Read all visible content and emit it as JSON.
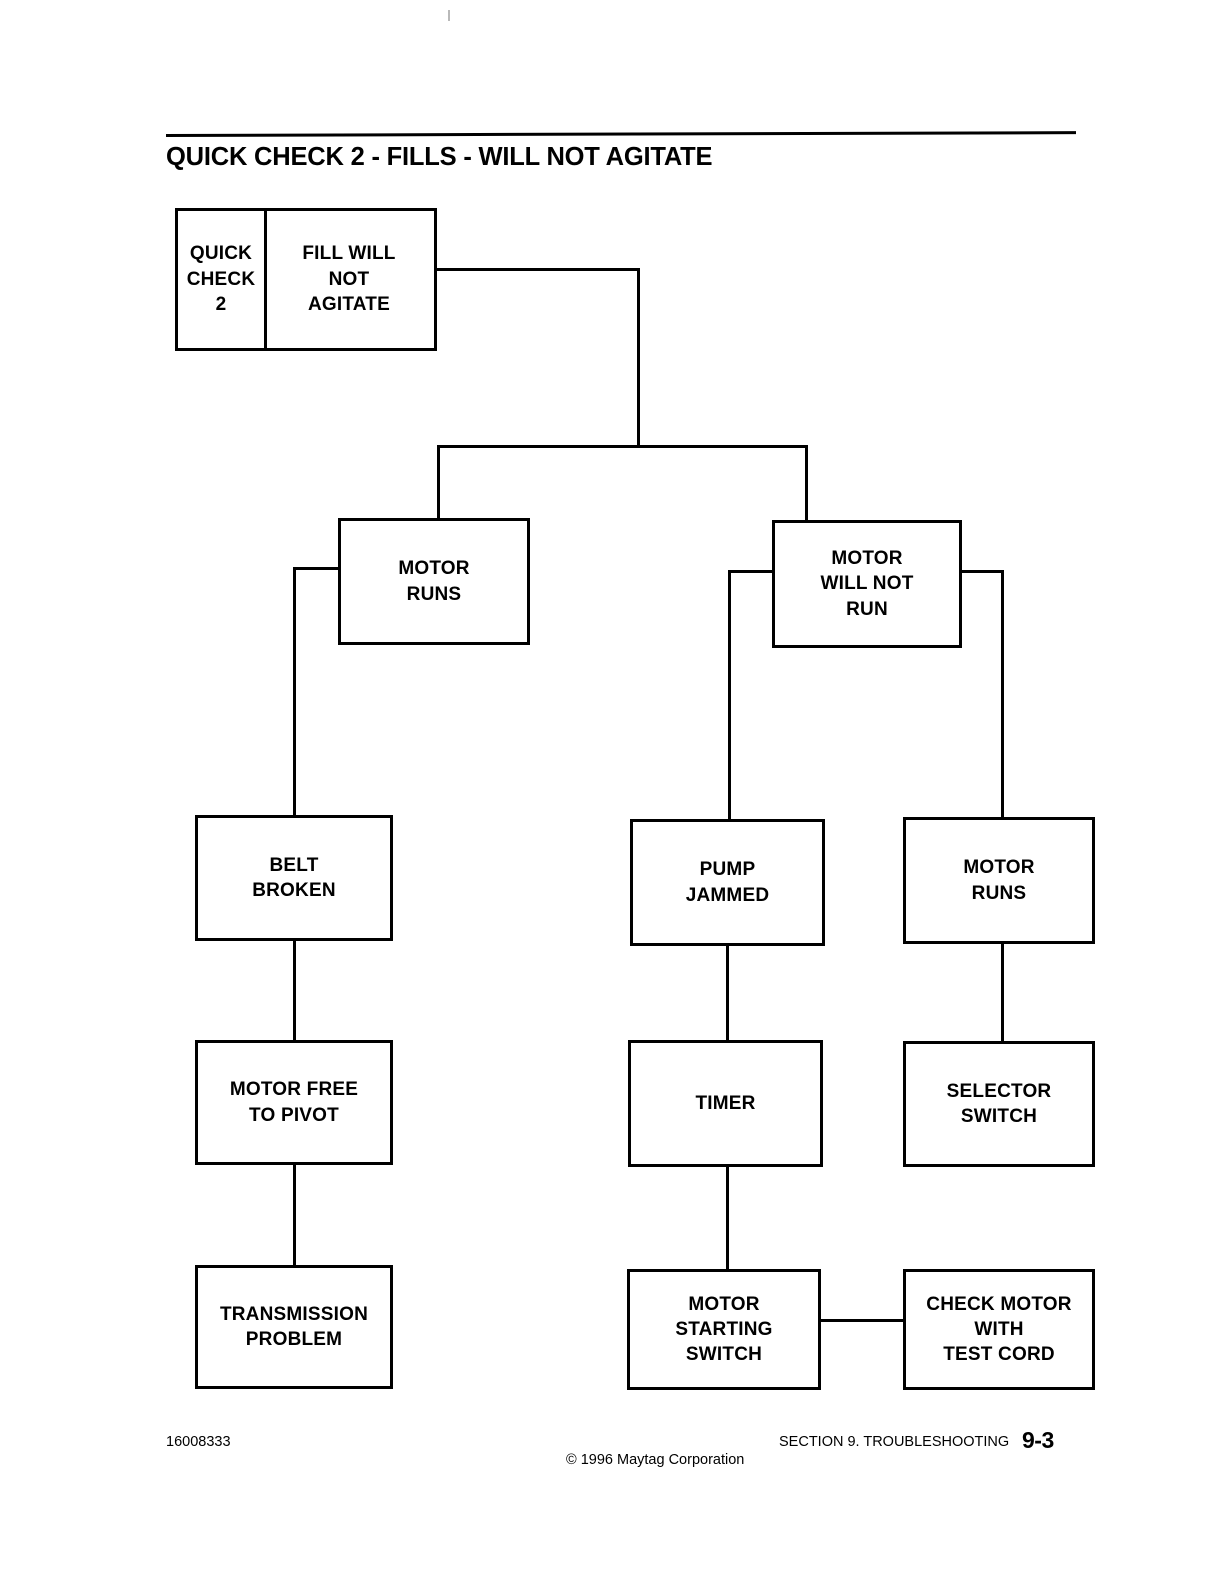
{
  "document": {
    "title": "QUICK CHECK 2 - FILLS - WILL NOT AGITATE"
  },
  "chart_data": {
    "type": "diagram",
    "diagram_type": "troubleshooting-flowchart",
    "title": "QUICK CHECK 2 - FILLS - WILL NOT AGITATE",
    "nodes": [
      {
        "id": "root",
        "label_left": "QUICK CHECK 2",
        "label_right": "FILL WILL NOT AGITATE"
      },
      {
        "id": "motor-runs-l",
        "label": "MOTOR RUNS"
      },
      {
        "id": "motor-no-run",
        "label": "MOTOR WILL NOT RUN"
      },
      {
        "id": "belt-broken",
        "label": "BELT BROKEN"
      },
      {
        "id": "pump-jammed",
        "label": "PUMP JAMMED"
      },
      {
        "id": "motor-runs-r",
        "label": "MOTOR RUNS"
      },
      {
        "id": "motor-free",
        "label": "MOTOR FREE TO PIVOT"
      },
      {
        "id": "timer",
        "label": "TIMER"
      },
      {
        "id": "selector",
        "label": "SELECTOR SWITCH"
      },
      {
        "id": "transmission",
        "label": "TRANSMISSION PROBLEM"
      },
      {
        "id": "motor-start",
        "label": "MOTOR STARTING SWITCH"
      },
      {
        "id": "check-motor",
        "label": "CHECK MOTOR WITH TEST CORD"
      }
    ],
    "edges": [
      {
        "from": "root",
        "to": "motor-runs-l"
      },
      {
        "from": "root",
        "to": "motor-no-run"
      },
      {
        "from": "motor-runs-l",
        "to": "belt-broken"
      },
      {
        "from": "motor-no-run",
        "to": "pump-jammed"
      },
      {
        "from": "motor-no-run",
        "to": "motor-runs-r"
      },
      {
        "from": "belt-broken",
        "to": "motor-free"
      },
      {
        "from": "motor-free",
        "to": "transmission"
      },
      {
        "from": "pump-jammed",
        "to": "timer"
      },
      {
        "from": "timer",
        "to": "motor-start"
      },
      {
        "from": "motor-runs-r",
        "to": "selector"
      },
      {
        "from": "motor-start",
        "to": "check-motor"
      }
    ]
  },
  "nodes": {
    "root": {
      "quick_check_line1": "QUICK",
      "quick_check_line2": "CHECK",
      "quick_check_line3": "2",
      "fill_line1": "FILL WILL",
      "fill_line2": "NOT",
      "fill_line3": "AGITATE"
    },
    "motor_runs_left": {
      "line1": "MOTOR",
      "line2": "RUNS"
    },
    "motor_will_not_run": {
      "line1": "MOTOR",
      "line2": "WILL NOT",
      "line3": "RUN"
    },
    "belt_broken": {
      "line1": "BELT",
      "line2": "BROKEN"
    },
    "pump_jammed": {
      "line1": "PUMP",
      "line2": "JAMMED"
    },
    "motor_runs_right": {
      "line1": "MOTOR",
      "line2": "RUNS"
    },
    "motor_free_to_pivot": {
      "line1": "MOTOR FREE",
      "line2": "TO PIVOT"
    },
    "timer": {
      "line1": "TIMER"
    },
    "selector_switch": {
      "line1": "SELECTOR",
      "line2": "SWITCH"
    },
    "transmission_problem": {
      "line1": "TRANSMISSION",
      "line2": "PROBLEM"
    },
    "motor_starting_switch": {
      "line1": "MOTOR",
      "line2": "STARTING",
      "line3": "SWITCH"
    },
    "check_motor_test_cord": {
      "line1": "CHECK  MOTOR",
      "line2": "WITH",
      "line3": "TEST CORD"
    }
  },
  "footer": {
    "doc_number": "16008333",
    "copyright": "© 1996 Maytag Corporation",
    "section": "SECTION 9.  TROUBLESHOOTING",
    "page_number": "9-3"
  }
}
